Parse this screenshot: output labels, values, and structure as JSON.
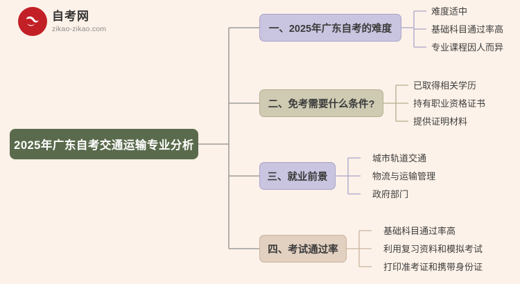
{
  "logo": {
    "title": "自考网",
    "subtitle": "zikao-zikao.com",
    "mark_icon": "swoosh-logo-icon",
    "brand_color": "#c22026"
  },
  "mindmap": {
    "root": {
      "label": "2025年广东自考交通运输专业分析",
      "color": "#5a6b4d"
    },
    "branches": [
      {
        "label": "一、2025年广东自考的难度",
        "color": "#c9c5e0",
        "leaves": [
          "难度适中",
          "基础科目通过率高",
          "专业课程因人而异"
        ]
      },
      {
        "label": "二、免考需要什么条件?",
        "color": "#cfcbb3",
        "leaves": [
          "已取得相关学历",
          "持有职业资格证书",
          "提供证明材料"
        ]
      },
      {
        "label": "三、就业前景",
        "color": "#c9c5e0",
        "leaves": [
          "城市轨道交通",
          "物流与运输管理",
          "政府部门"
        ]
      },
      {
        "label": "四、考试通过率",
        "color": "#e2d0c0",
        "leaves": [
          "基础科目通过率高",
          "利用复习资料和模拟考试",
          "打印准考证和携带身份证"
        ]
      }
    ]
  }
}
